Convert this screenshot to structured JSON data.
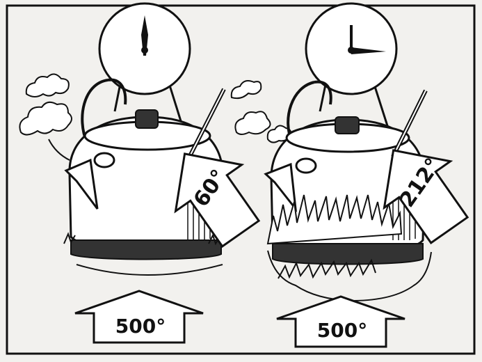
{
  "panels": [
    {
      "id": "left",
      "clock_hour_hand": "12:00",
      "side_arrow_label": "60°",
      "bottom_arrow_label": "500°",
      "flame_intensity": "low"
    },
    {
      "id": "right",
      "clock_hour_hand": "3:00",
      "side_arrow_label": "212°",
      "bottom_arrow_label": "500°",
      "flame_intensity": "high"
    }
  ],
  "colors": {
    "ink": "#111111",
    "paper": "#f2f1ee"
  },
  "icons": [
    "clock-icon",
    "kettle-icon",
    "steam-icon",
    "thermometer-icon",
    "flame-icon",
    "heat-arrow-icon"
  ]
}
